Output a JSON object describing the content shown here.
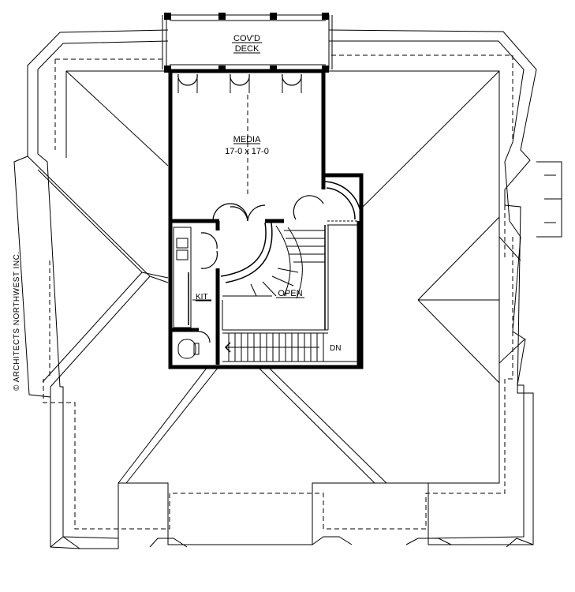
{
  "rooms": {
    "deck_line1": "COV'D",
    "deck_line2": "DECK",
    "media_name": "MEDIA",
    "media_size": "17-0 x 17-0",
    "kitchen": "KIT",
    "open": "OPEN",
    "stair_dn": "DN"
  },
  "copyright": "© ARCHITECTS NORTHWEST INC."
}
